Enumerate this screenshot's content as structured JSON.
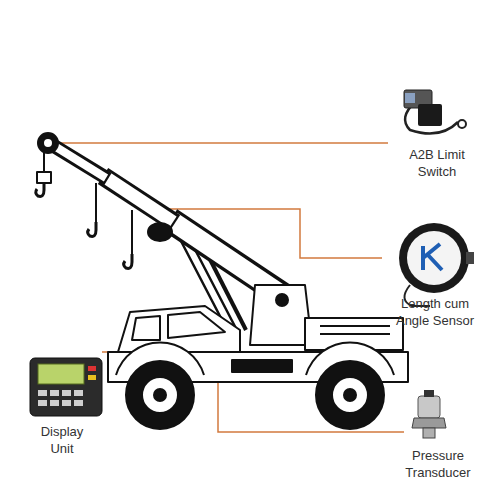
{
  "diagram": {
    "labels": [
      "A2B Limit Switch",
      "Length cum Angle Sensor",
      "Display Unit",
      "Pressure Transducer"
    ]
  }
}
